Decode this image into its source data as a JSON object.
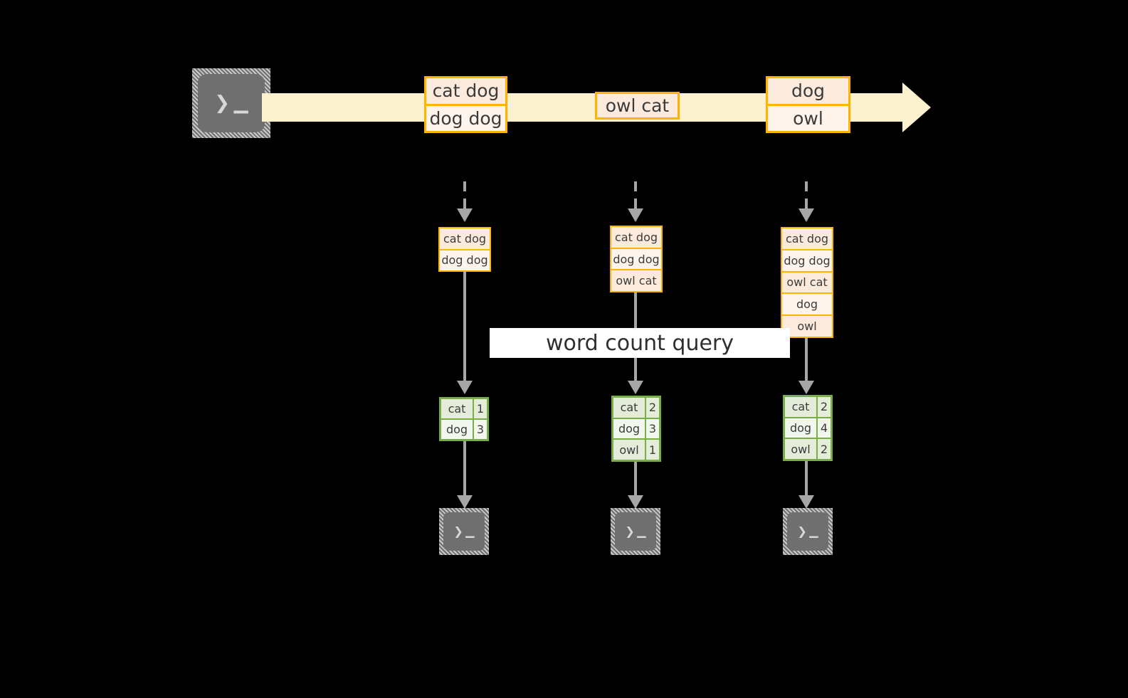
{
  "diagram": {
    "title_label": "word count query",
    "source_icon": "terminal-icon",
    "sink_icon": "terminal-icon",
    "stream": {
      "arrow_color": "#FDF2D0",
      "border_color": "#FFB400",
      "fill_dark": "#FCEBDC",
      "fill_light": "#FEF4EC",
      "events": [
        {
          "lines": [
            "cat dog",
            "dog dog"
          ]
        },
        {
          "lines": [
            "owl cat"
          ]
        },
        {
          "lines": [
            "dog",
            "owl"
          ]
        }
      ]
    },
    "snapshots": [
      {
        "lines": [
          "cat dog",
          "dog dog"
        ]
      },
      {
        "lines": [
          "cat dog",
          "dog dog",
          "owl cat"
        ]
      },
      {
        "lines": [
          "cat dog",
          "dog dog",
          "owl cat",
          "dog",
          "owl"
        ]
      }
    ],
    "results": {
      "border_color": "#79AD46",
      "fill_dark": "#E4ECDA",
      "fill_light": "#F2F7EE",
      "tables": [
        {
          "rows": [
            {
              "word": "cat",
              "count": "1"
            },
            {
              "word": "dog",
              "count": "3"
            }
          ]
        },
        {
          "rows": [
            {
              "word": "cat",
              "count": "2"
            },
            {
              "word": "dog",
              "count": "3"
            },
            {
              "word": "owl",
              "count": "1"
            }
          ]
        },
        {
          "rows": [
            {
              "word": "cat",
              "count": "2"
            },
            {
              "word": "dog",
              "count": "4"
            },
            {
              "word": "owl",
              "count": "2"
            }
          ]
        }
      ]
    },
    "terminal_glyphs": {
      "chevron": "❯",
      "underscore": "▁"
    }
  }
}
